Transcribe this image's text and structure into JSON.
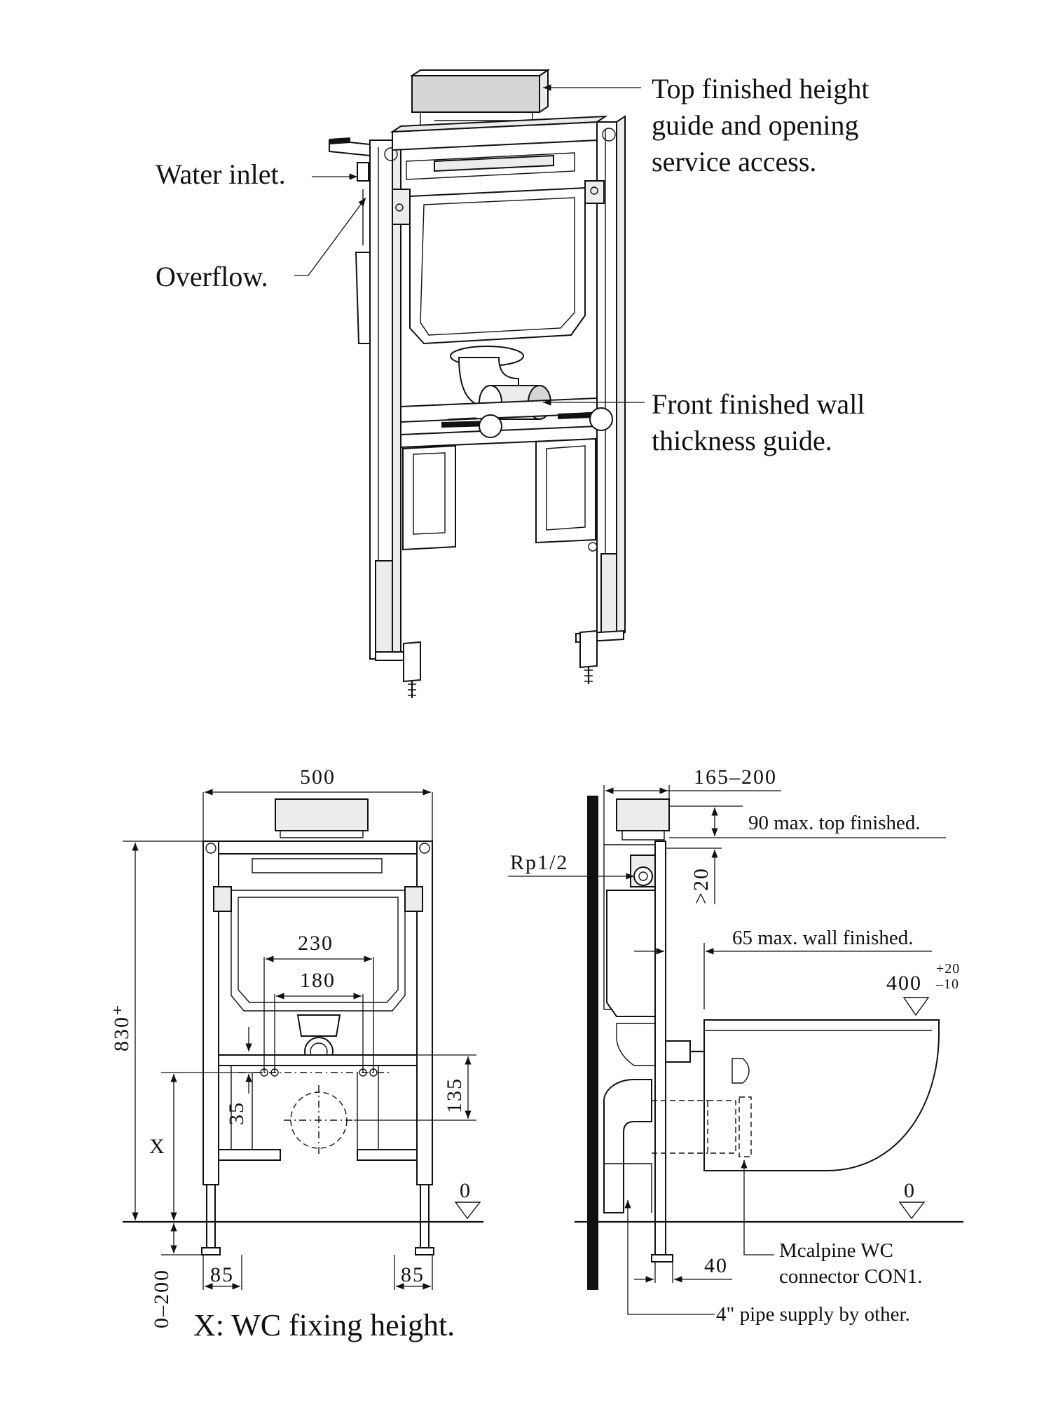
{
  "callouts": {
    "top_guide": [
      "Top finished height",
      "guide and opening",
      "service access."
    ],
    "water_inlet": "Water inlet.",
    "overflow": "Overflow.",
    "front_guide": [
      "Front finished wall",
      "thickness guide."
    ]
  },
  "front_view": {
    "width": "500",
    "height": "830⁺",
    "outlet_spacing_outer": "230",
    "outlet_spacing_inner": "180",
    "pipe_offset": "35",
    "outlet_height": "135",
    "leg_adjust": "0–200",
    "foot_left": "85",
    "foot_right": "85",
    "fixing_label": "X",
    "zero_level": "0"
  },
  "side_view": {
    "depth": "165–200",
    "thread": "Rp1/2",
    "top_finished": "90 max. top finished.",
    "min_gap": ">20",
    "wall_finished": "65 max. wall finished.",
    "pan_height": "400",
    "pan_tol_plus": "+20",
    "pan_tol_minus": "–10",
    "leg_offset": "40",
    "connector": [
      "Mcalpine  WC",
      "connector CON1."
    ],
    "pipe_note": "4\" pipe supply by other.",
    "zero_level": "0"
  },
  "caption": "X: WC fixing height."
}
